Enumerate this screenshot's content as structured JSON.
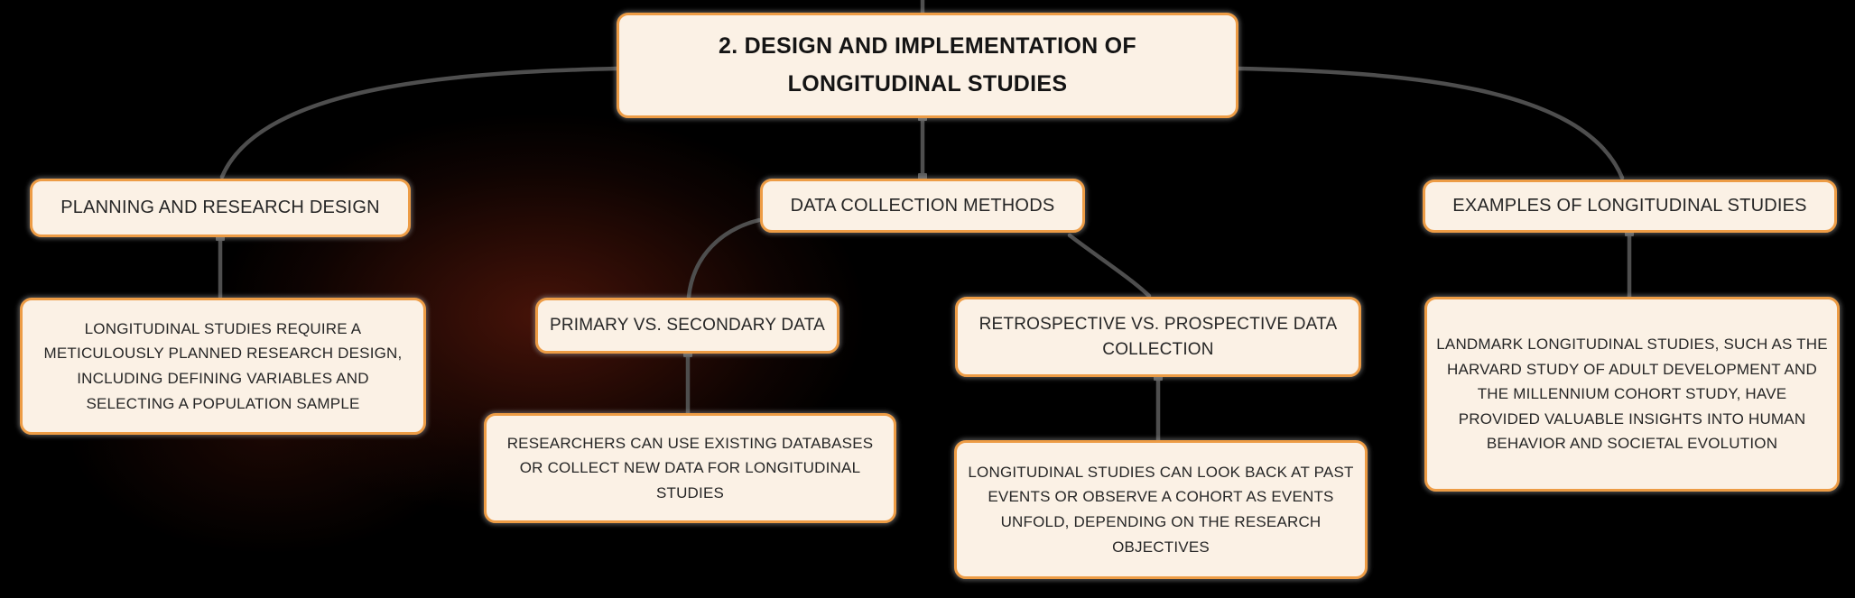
{
  "mindmap": {
    "root": {
      "label": "2. DESIGN AND IMPLEMENTATION OF LONGITUDINAL STUDIES"
    },
    "branches": [
      {
        "label": "PLANNING AND RESEARCH DESIGN",
        "detail": "LONGITUDINAL STUDIES REQUIRE A METICULOUSLY PLANNED RESEARCH DESIGN, INCLUDING DEFINING VARIABLES AND SELECTING A POPULATION SAMPLE"
      },
      {
        "label": "DATA COLLECTION METHODS",
        "children": [
          {
            "label": "PRIMARY VS. SECONDARY DATA",
            "detail": "RESEARCHERS CAN USE EXISTING DATABASES OR COLLECT NEW DATA FOR LONGITUDINAL STUDIES"
          },
          {
            "label": "RETROSPECTIVE VS. PROSPECTIVE DATA COLLECTION",
            "detail": "LONGITUDINAL STUDIES CAN LOOK BACK AT PAST EVENTS OR OBSERVE A COHORT AS EVENTS UNFOLD, DEPENDING ON THE RESEARCH OBJECTIVES"
          }
        ]
      },
      {
        "label": "EXAMPLES OF LONGITUDINAL STUDIES",
        "detail": "LANDMARK LONGITUDINAL STUDIES, SUCH AS THE HARVARD STUDY OF ADULT DEVELOPMENT AND THE MILLENNIUM COHORT STUDY, HAVE PROVIDED VALUABLE INSIGHTS INTO HUMAN BEHAVIOR AND SOCIETAL EVOLUTION"
      }
    ],
    "colors": {
      "background": "#000000",
      "background_glow": "#521609",
      "node_fill": "#FBF1E5",
      "node_border": "#ED9C45",
      "node_text": "#1D1D1D",
      "connector": "#4E4E4E"
    }
  }
}
